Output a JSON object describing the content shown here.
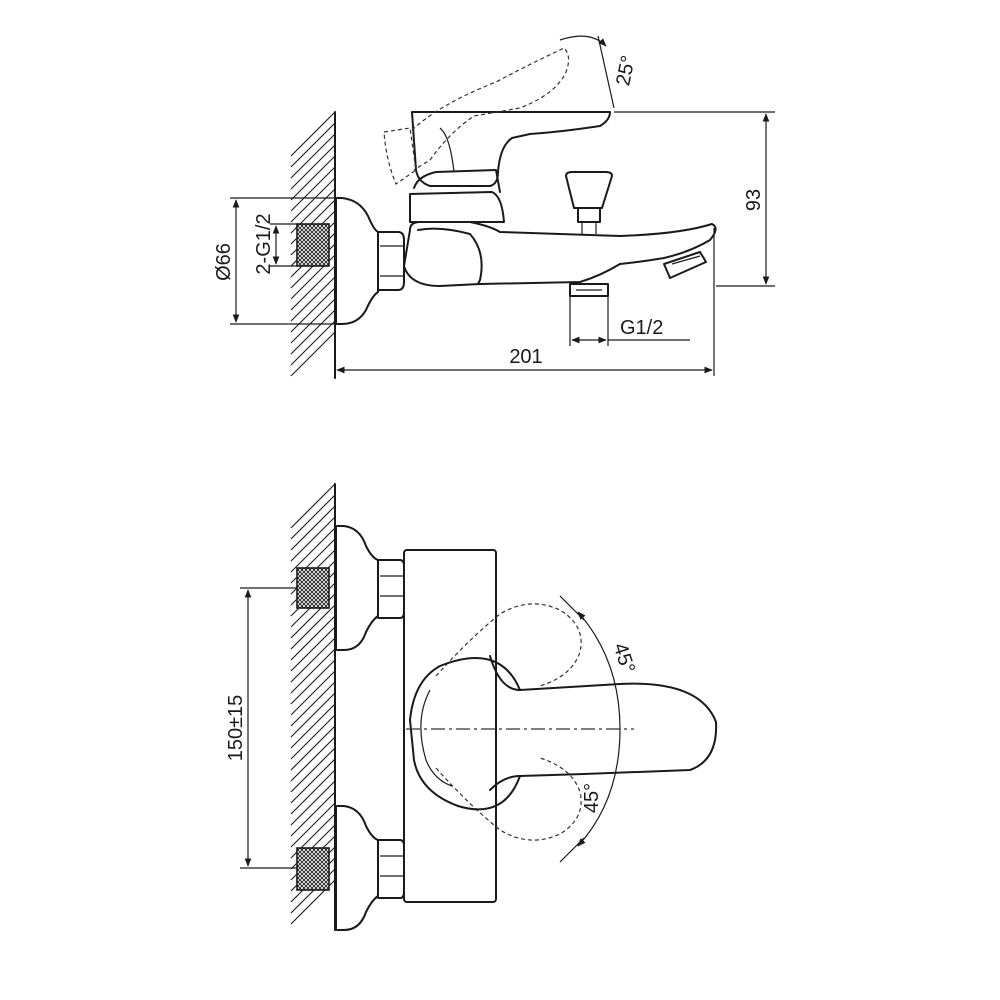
{
  "side_view": {
    "dim_lever_angle": "25°",
    "dim_height": "93",
    "dim_flange_dia": "Ø66",
    "dim_inlet_thread": "2-G1/2",
    "dim_outlet_thread": "G1/2",
    "dim_length": "201"
  },
  "top_view": {
    "dim_center_distance": "150±15",
    "dim_rotation_upper": "45°",
    "dim_rotation_lower": "45°"
  },
  "colors": {
    "line": "#1a1a1a",
    "background": "#ffffff"
  }
}
